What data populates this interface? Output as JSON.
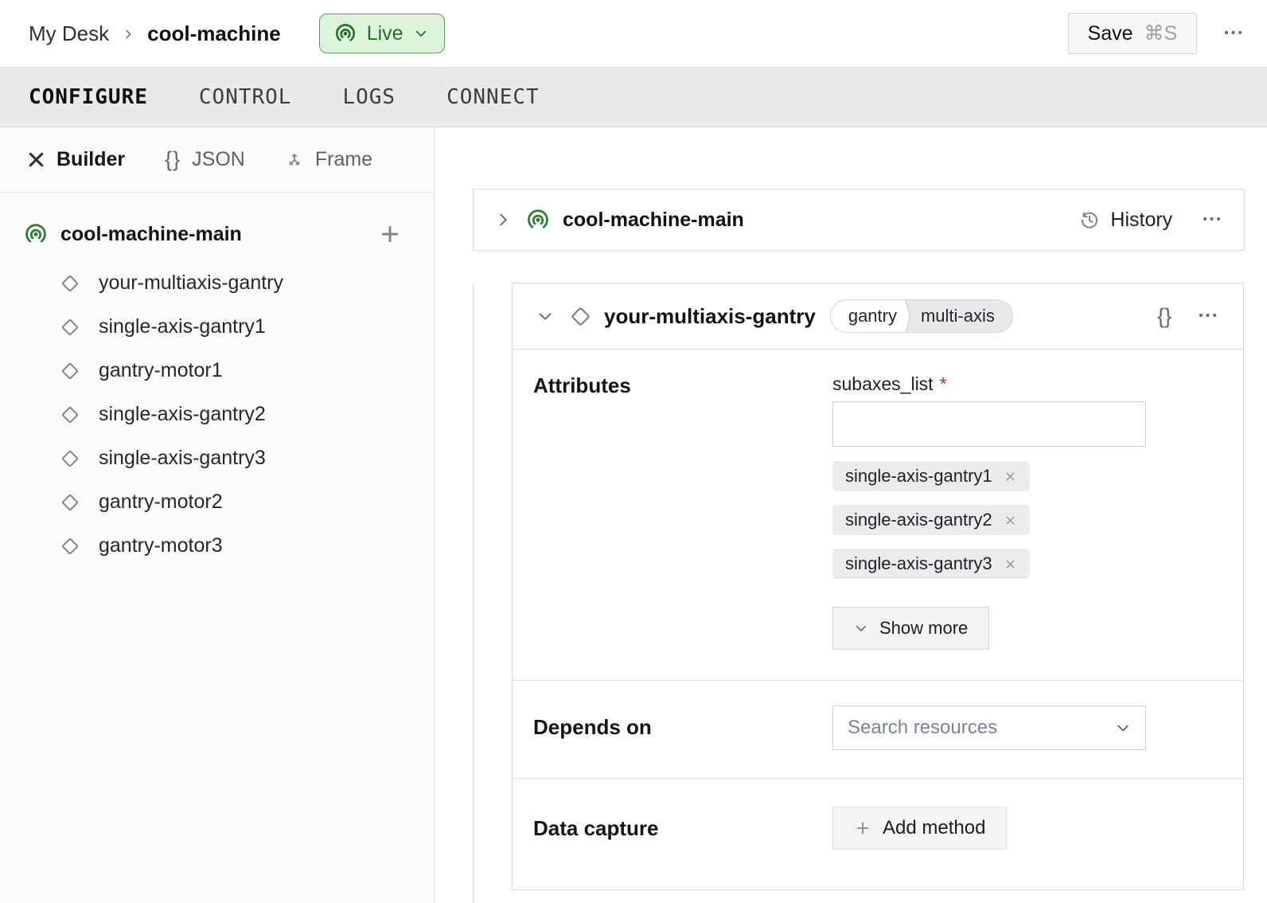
{
  "colors": {
    "accent_green": "#2e7d32",
    "live_bg": "#ddf5dd",
    "live_border": "#55a555",
    "live_text": "#1e7125",
    "tabbar_bg": "#e9e9ea",
    "card_border": "#dcdcde",
    "chip_bg": "#ececee",
    "button_bg": "#f3f3f4",
    "placeholder": "#76839b",
    "required_red": "#c62828"
  },
  "header": {
    "breadcrumb_root": "My Desk",
    "breadcrumb_current": "cool-machine",
    "live_label": "Live",
    "save_label": "Save",
    "save_shortcut": "⌘S"
  },
  "icons": {
    "braces_glyph": "{}",
    "dots_glyph": "•••"
  },
  "tabs": [
    {
      "label": "CONFIGURE",
      "active": true
    },
    {
      "label": "CONTROL",
      "active": false
    },
    {
      "label": "LOGS",
      "active": false
    },
    {
      "label": "CONNECT",
      "active": false
    }
  ],
  "sidebar": {
    "modes": [
      {
        "label": "Builder"
      },
      {
        "label": "JSON"
      },
      {
        "label": "Frame"
      }
    ],
    "tree": {
      "root": "cool-machine-main",
      "items": [
        "your-multiaxis-gantry",
        "single-axis-gantry1",
        "gantry-motor1",
        "single-axis-gantry2",
        "single-axis-gantry3",
        "gantry-motor2",
        "gantry-motor3"
      ]
    }
  },
  "main": {
    "machine_card": {
      "title": "cool-machine-main",
      "history_label": "History"
    },
    "resource_card": {
      "title": "your-multiaxis-gantry",
      "badges": [
        "gantry",
        "multi-axis"
      ],
      "attributes": {
        "heading": "Attributes",
        "field_label": "subaxes_list",
        "required_mark": "*",
        "chips": [
          "single-axis-gantry1",
          "single-axis-gantry2",
          "single-axis-gantry3"
        ],
        "show_more_label": "Show more"
      },
      "depends_on": {
        "heading": "Depends on",
        "placeholder": "Search resources"
      },
      "data_capture": {
        "heading": "Data capture",
        "add_method_label": "Add method"
      }
    }
  }
}
